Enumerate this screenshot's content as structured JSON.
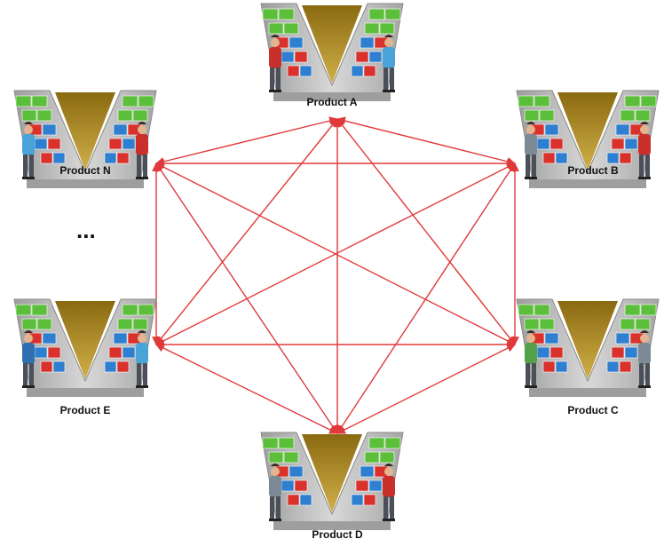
{
  "products": [
    {
      "id": "A",
      "label": "Product A",
      "left_person": "#c9302c",
      "right_person": "#4aa3d8"
    },
    {
      "id": "B",
      "label": "Product B",
      "left_person": "#7d8a96",
      "right_person": "#c9302c"
    },
    {
      "id": "C",
      "label": "Product C",
      "left_person": "#55a04a",
      "right_person": "#7d8a96"
    },
    {
      "id": "D",
      "label": "Product D",
      "left_person": "#7d8a96",
      "right_person": "#c9302c"
    },
    {
      "id": "E",
      "label": "Product E",
      "left_person": "#2f6fb0",
      "right_person": "#4aa3d8"
    },
    {
      "id": "N",
      "label": "Product N",
      "left_person": "#4aa3d8",
      "right_person": "#c9302c"
    }
  ],
  "ellipsis": "...",
  "connections": [
    [
      "A",
      "B"
    ],
    [
      "A",
      "C"
    ],
    [
      "A",
      "D"
    ],
    [
      "A",
      "E"
    ],
    [
      "A",
      "N"
    ],
    [
      "B",
      "C"
    ],
    [
      "B",
      "D"
    ],
    [
      "B",
      "E"
    ],
    [
      "B",
      "N"
    ],
    [
      "C",
      "D"
    ],
    [
      "C",
      "E"
    ],
    [
      "C",
      "N"
    ],
    [
      "D",
      "E"
    ],
    [
      "D",
      "N"
    ],
    [
      "E",
      "N"
    ]
  ],
  "colors": {
    "arrow": "#e0393a",
    "funnel_gold": "#b08a1a",
    "funnel_stone": "#bdbdbd",
    "block_green": "#5cbf3a",
    "block_red": "#d9312b",
    "block_blue": "#2f7fd1"
  }
}
